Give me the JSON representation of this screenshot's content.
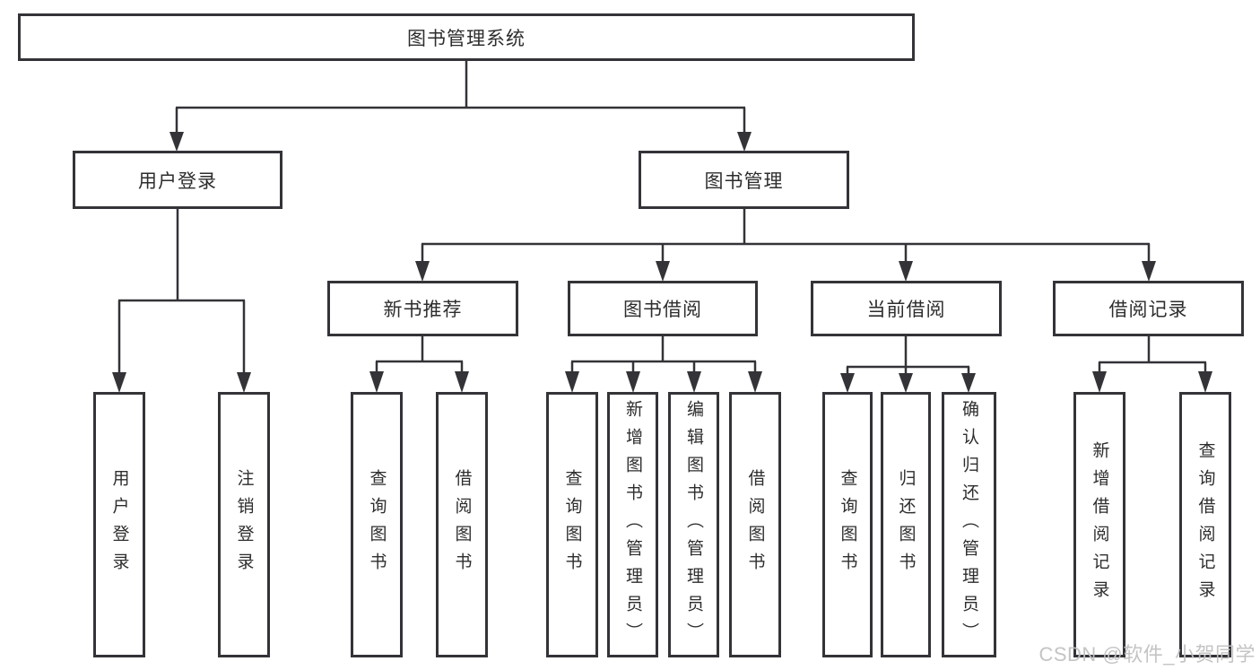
{
  "diagram": {
    "title_node": "图书管理系统",
    "level2": {
      "login": "用户登录",
      "book_mgmt": "图书管理"
    },
    "level3": {
      "new_books": "新书推荐",
      "book_borrow": "图书借阅",
      "current_borrow": "当前借阅",
      "borrow_records": "借阅记录"
    },
    "leaves": {
      "user_login": "用户登录",
      "logout": "注销登录",
      "nb_query": "查询图书",
      "nb_borrow": "借阅图书",
      "bb_query": "查询图书",
      "bb_add": "新增图书（管理员）",
      "bb_edit": "编辑图书（管理员）",
      "bb_borrow": "借阅图书",
      "cb_query": "查询图书",
      "cb_return": "归还图书",
      "cb_confirm": "确认归还（管理员）",
      "br_add": "新增借阅记录",
      "br_query": "查询借阅记录"
    }
  },
  "colors": {
    "line": "#333338",
    "text": "#2d2d2d",
    "watermark": "#c1c1c1",
    "background": "#ffffff"
  },
  "watermark": "CSDN @软件_小贺同学"
}
